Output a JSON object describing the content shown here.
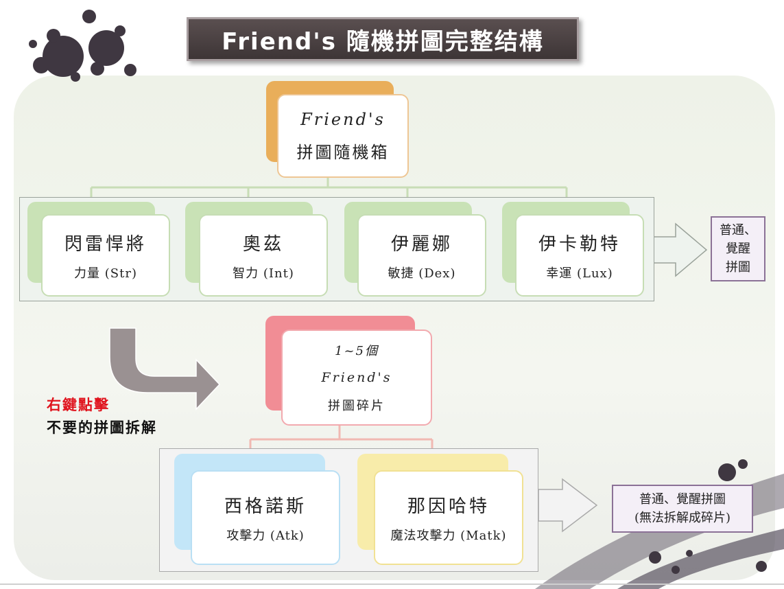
{
  "title": "Friend's 隨機拼圖完整结構",
  "box": {
    "line1": "Friend's",
    "line2": "拼圖隨機箱"
  },
  "row1": [
    {
      "name": "閃雷悍將",
      "stat": "力量 (Str)"
    },
    {
      "name": "奧茲",
      "stat": "智力 (Int)"
    },
    {
      "name": "伊麗娜",
      "stat": "敏捷 (Dex)"
    },
    {
      "name": "伊卡勒特",
      "stat": "幸運 (Lux)"
    }
  ],
  "note1": {
    "line1": "普通、",
    "line2": "覺醒",
    "line3": "拼圖"
  },
  "side_label": {
    "red": "右鍵點擊",
    "black": "不要的拼圖拆解"
  },
  "fragment": {
    "line1": "1~5個",
    "line2": "Friend's",
    "line3": "拼圖碎片"
  },
  "row2": [
    {
      "name": "西格諾斯",
      "stat": "攻擊力 (Atk)"
    },
    {
      "name": "那因哈特",
      "stat": "魔法攻擊力 (Matk)"
    }
  ],
  "note2": {
    "line1": "普通、覺醒拼圖",
    "line2": "(無法拆解成碎片)"
  },
  "colors": {
    "box_accent": "#e9ae5a",
    "row1_accent": "#c9e2b6",
    "fragment_accent": "#f18d95",
    "row2_left_accent": "#c3e6f8",
    "row2_right_accent": "#f8ecaa",
    "note_border": "#8b7196",
    "title_bg": "#4a4142",
    "label_red": "#e0141e"
  }
}
